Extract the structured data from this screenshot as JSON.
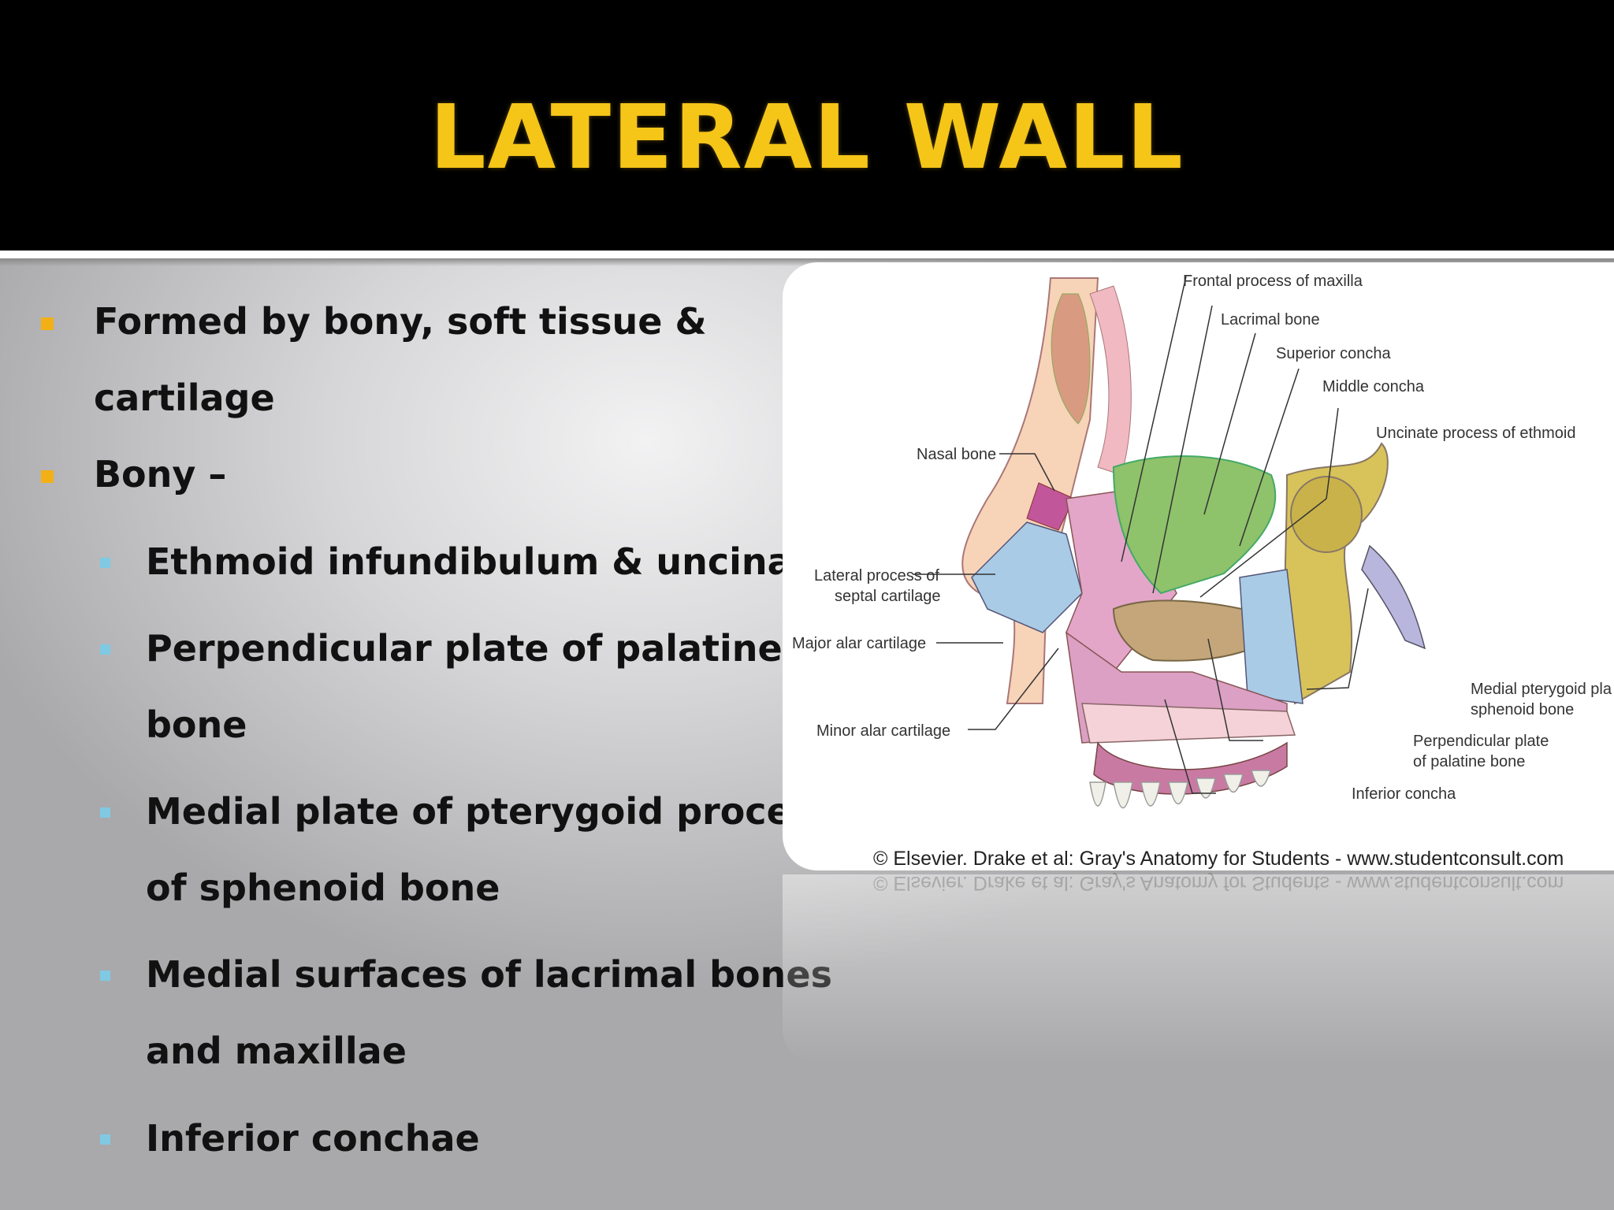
{
  "slide": {
    "title": "LATERAL WALL",
    "bullets": [
      {
        "level": 1,
        "lines": [
          "Formed by bony, soft tissue &",
          "cartilage"
        ]
      },
      {
        "level": 1,
        "lines": [
          "Bony –"
        ]
      },
      {
        "level": 2,
        "lines": [
          "Ethmoid infundibulum & uncinate"
        ]
      },
      {
        "level": 2,
        "lines": [
          "Perpendicular plate of palatine",
          "bone"
        ]
      },
      {
        "level": 2,
        "lines": [
          "Medial plate of pterygoid process",
          "of sphenoid bone"
        ]
      },
      {
        "level": 2,
        "lines": [
          "Medial surfaces of lacrimal bones",
          "and maxillae"
        ]
      },
      {
        "level": 2,
        "lines": [
          "Inferior conchae"
        ]
      }
    ]
  },
  "figure": {
    "labels": {
      "frontal_process": "Frontal process of maxilla",
      "lacrimal_bone": "Lacrimal bone",
      "superior_concha": "Superior concha",
      "middle_concha": "Middle concha",
      "uncinate": "Uncinate process of ethmoid",
      "nasal_bone": "Nasal bone",
      "lateral_process_1": "Lateral process of",
      "lateral_process_2": "septal cartilage",
      "major_alar": "Major alar cartilage",
      "minor_alar": "Minor alar cartilage",
      "medial_pterygoid_1": "Medial pterygoid pla",
      "medial_pterygoid_2": "sphenoid bone",
      "perp_plate_1": "Perpendicular plate",
      "perp_plate_2": "of palatine bone",
      "inferior_concha": "Inferior concha"
    },
    "copyright": "© Elsevier. Drake et al: Gray's Anatomy for Students - www.studentconsult.com"
  },
  "colors": {
    "title": "#f5c518",
    "bullet_l1": "#f2b016",
    "bullet_l2": "#7fc9e3"
  }
}
